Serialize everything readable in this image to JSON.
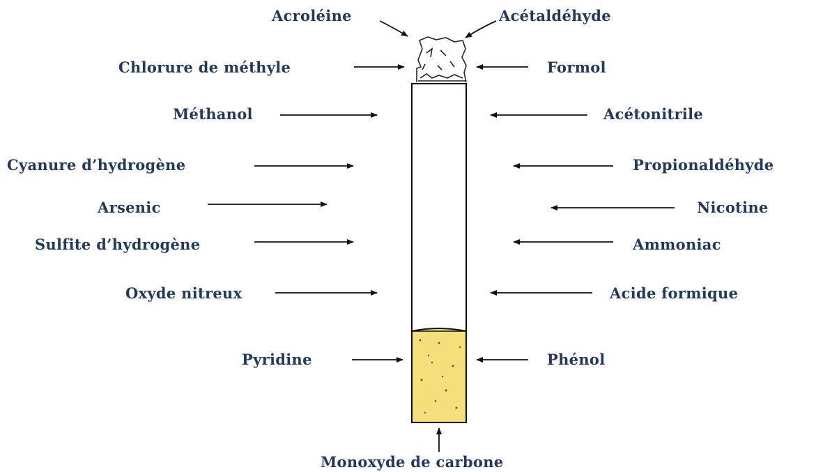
{
  "labels": {
    "acroleine": "Acroléine",
    "acetaldehyde": "Acétaldéhyde",
    "chlorure": "Chlorure de méthyle",
    "formol": "Formol",
    "methanol": "Méthanol",
    "acetonitrile": "Acétonitrile",
    "cyanure": "Cyanure d’hydrogène",
    "propionaldehyde": "Propionaldéhyde",
    "arsenic": "Arsenic",
    "nicotine": "Nicotine",
    "sulfite": "Sulfite d’hydrogène",
    "ammoniac": "Ammoniac",
    "oxyde": "Oxyde nitreux",
    "acide": "Acide formique",
    "pyridine": "Pyridine",
    "phenol": "Phénol",
    "monoxyde": "Monoxyde de carbone"
  },
  "colors": {
    "text": "#22395e",
    "filter": "#f3e07a",
    "stroke": "#111111"
  }
}
